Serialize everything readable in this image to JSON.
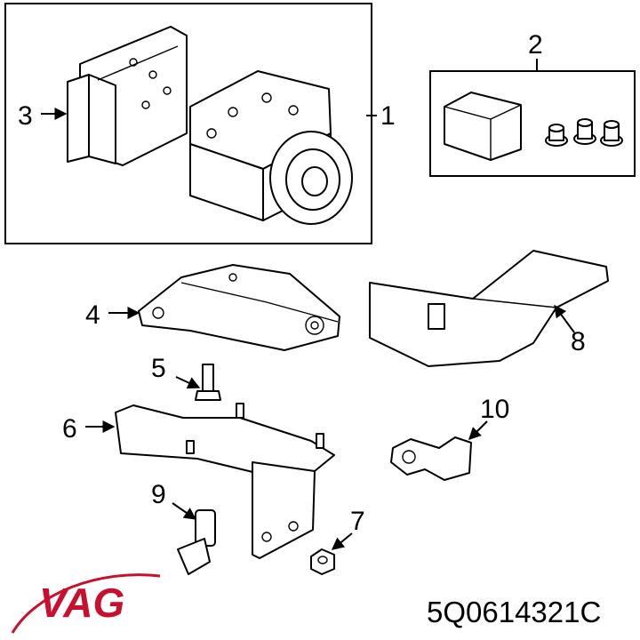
{
  "callouts": [
    "1",
    "2",
    "3",
    "4",
    "5",
    "6",
    "7",
    "8",
    "9",
    "10"
  ],
  "logo": {
    "text": "VAG",
    "color": "#c8102e"
  },
  "part_number": "5Q0614321C"
}
